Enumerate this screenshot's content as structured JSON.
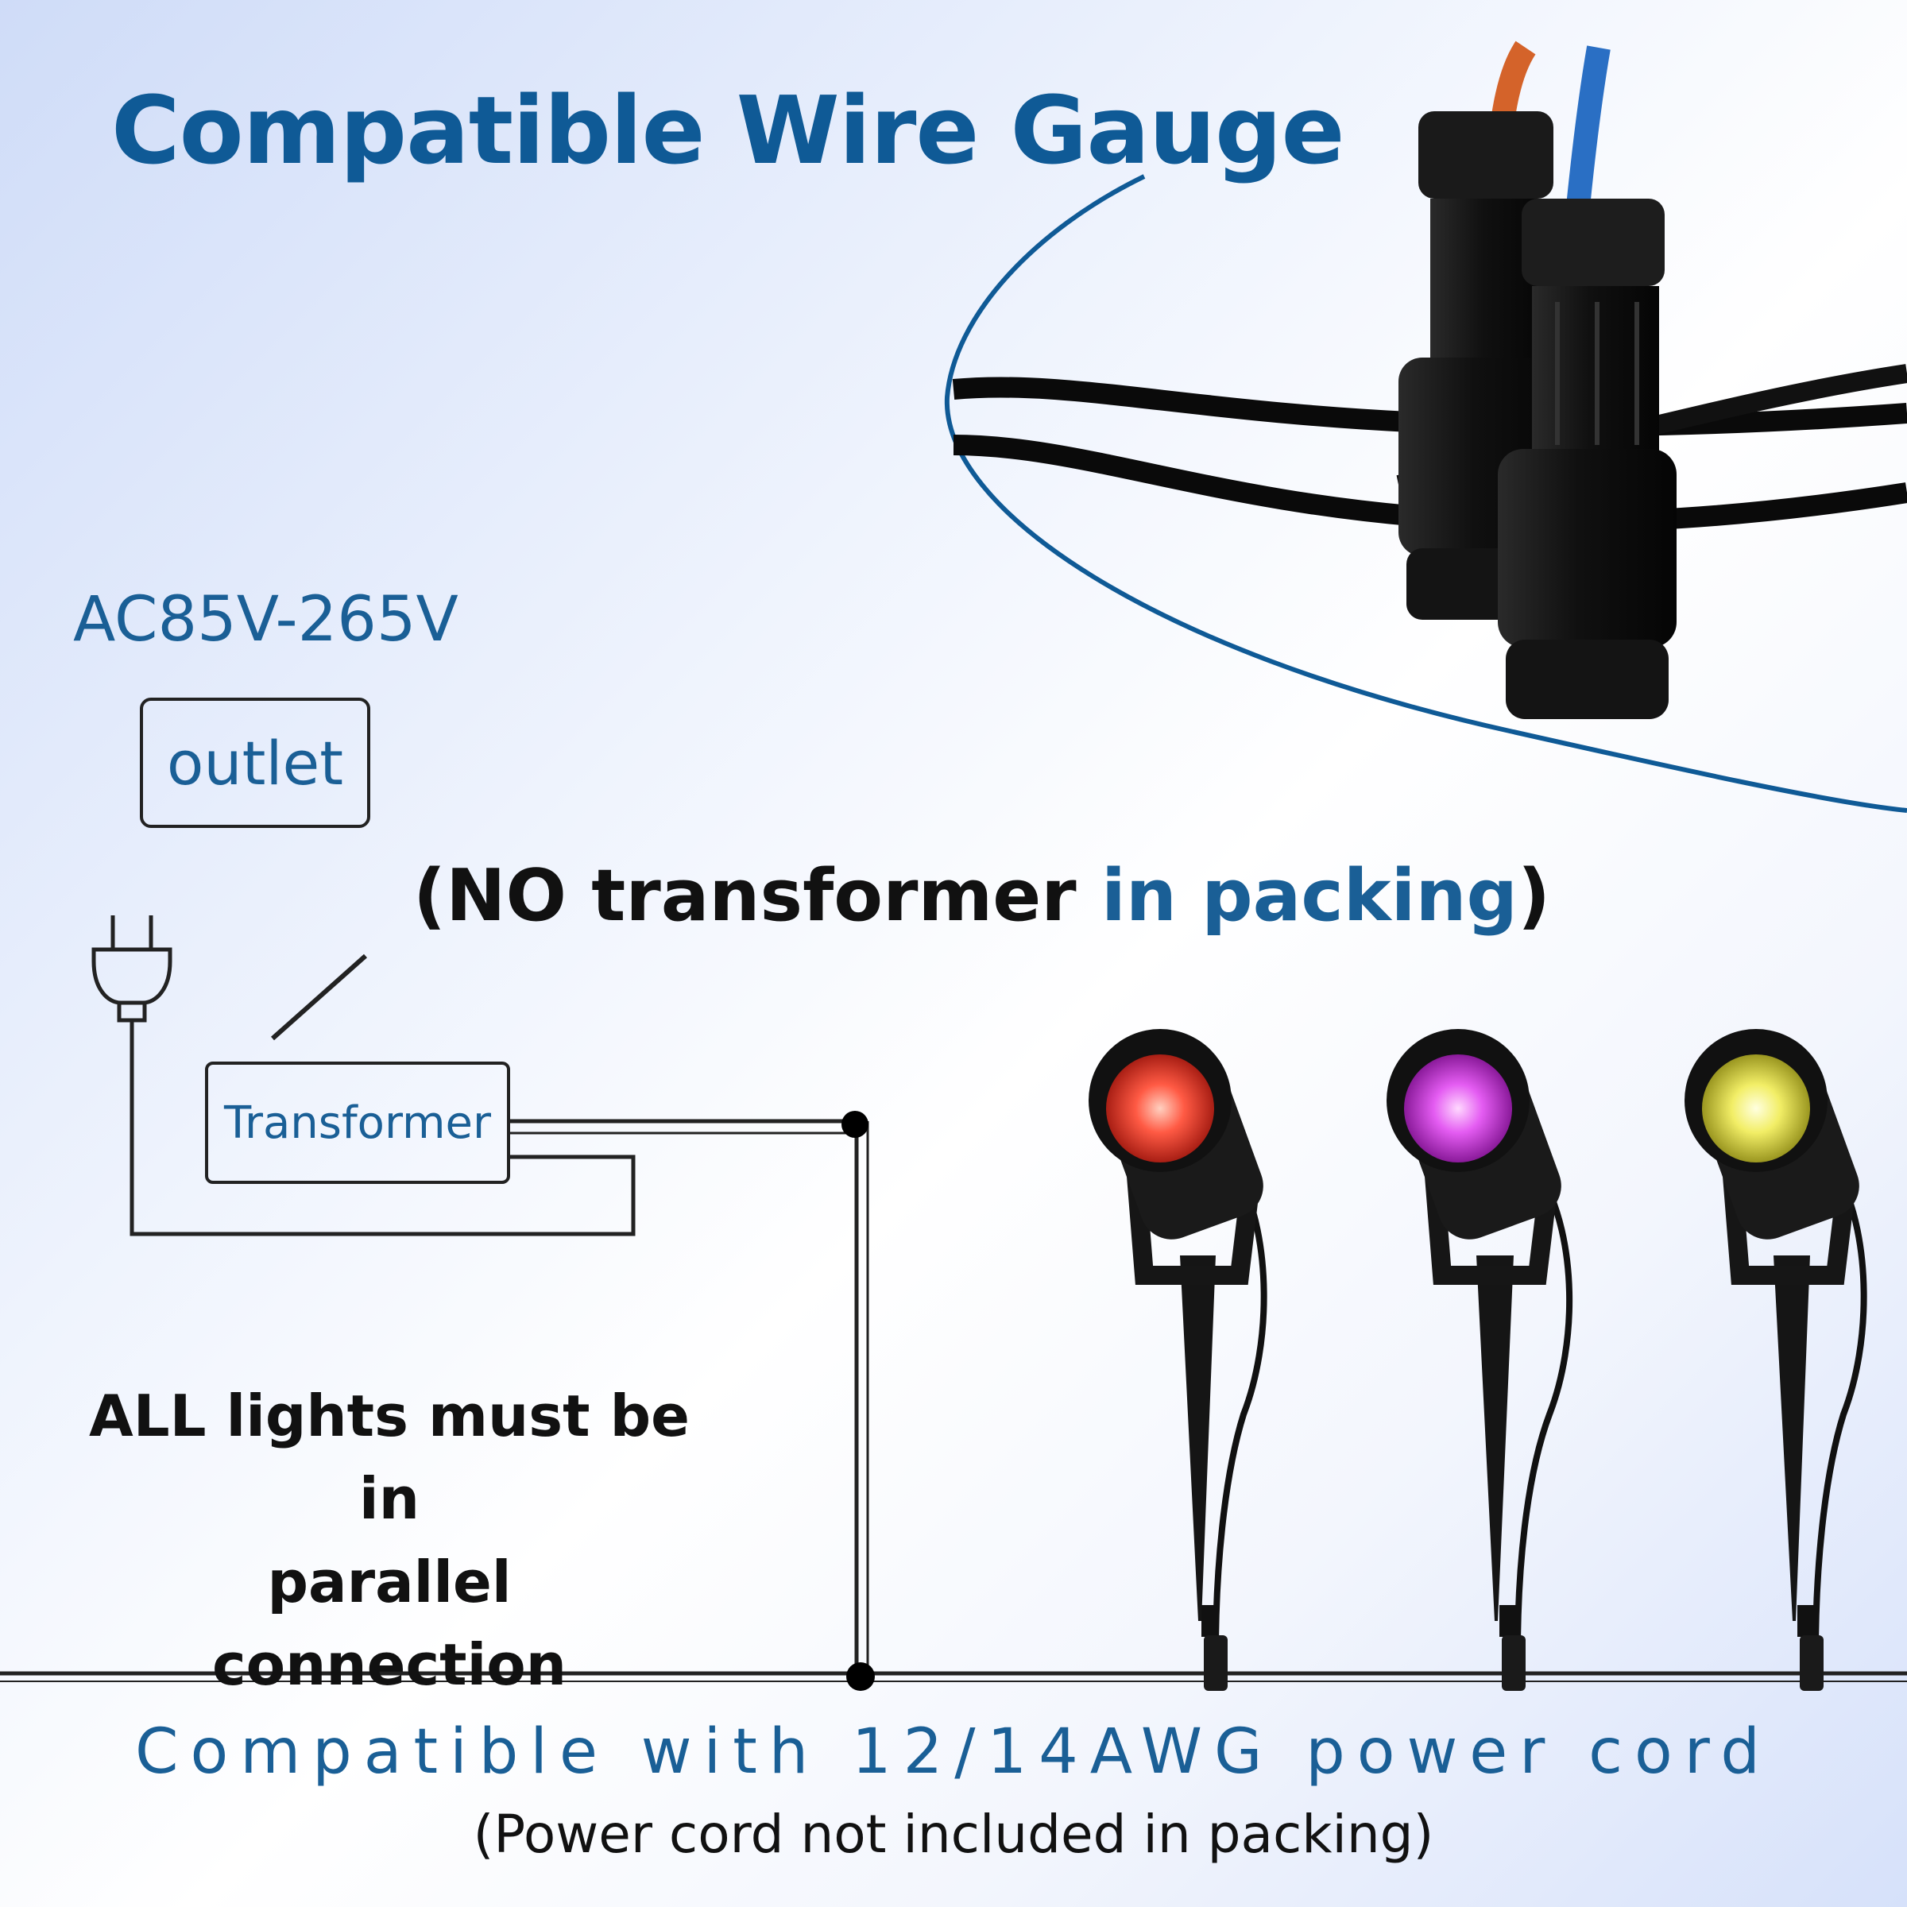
{
  "title": "Compatible Wire Gauge",
  "voltage_label": "AC85V-265V",
  "outlet_label": "outlet",
  "transformer_label": "Transformer",
  "notice": {
    "open": "(NO transformer ",
    "highlight": "in packing",
    "close": ")"
  },
  "parallel_note": {
    "line1": "ALL lights must be in",
    "line2": "parallel connection"
  },
  "footer": {
    "compatible": "Compatible with 12/14AWG power cord",
    "note": "(Power cord not included in packing)"
  },
  "colors": {
    "brand_blue": "#0f5a96",
    "text_blue": "#1a5f96",
    "light_1": "#ff4a3a",
    "light_2": "#e04cf0",
    "light_3": "#f0ee5a"
  },
  "icons": [
    "plug-icon",
    "wire-connector",
    "spotlight-icon"
  ]
}
